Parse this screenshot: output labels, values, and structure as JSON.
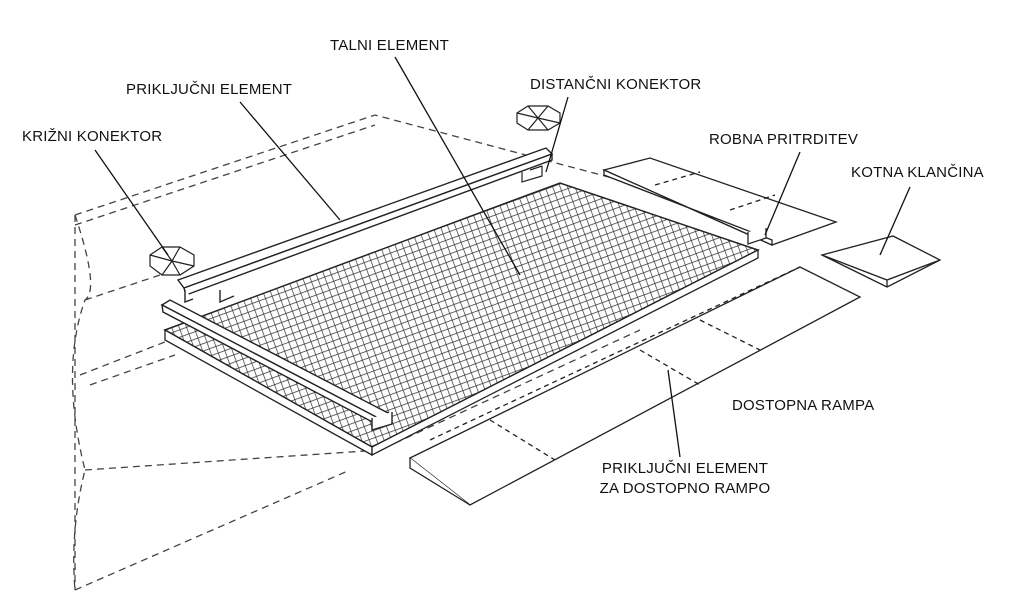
{
  "labels": {
    "floor_element": "TALNI ELEMENT",
    "connecting_element": "PRIKLJUČNI ELEMENT",
    "spacer_connector": "DISTANČNI KONEKTOR",
    "cross_connector": "KRIŽNI KONEKTOR",
    "edge_fixing": "ROBNA PRITRDITEV",
    "corner_ramp": "KOTNA KLANČINA",
    "access_ramp": "DOSTOPNA RAMPA",
    "ramp_connector_line1": "PRIKLJUČNI ELEMENT",
    "ramp_connector_line2": "ZA DOSTOPNO RAMPO"
  }
}
